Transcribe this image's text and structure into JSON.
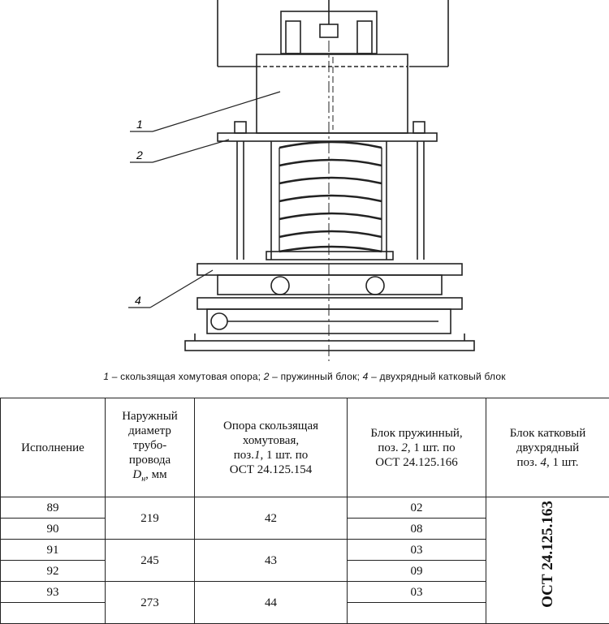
{
  "figure": {
    "callouts": [
      "1",
      "2",
      "4"
    ]
  },
  "caption": {
    "items": [
      {
        "num": "1",
        "text": " – скользящая хомутовая опора; "
      },
      {
        "num": "2",
        "text": " – пружинный блок; "
      },
      {
        "num": "4",
        "text": " – двухрядный катковый блок"
      }
    ]
  },
  "table": {
    "headers": {
      "col1": "Исполнение",
      "col2_line1": "Наружный",
      "col2_line2": "диаметр",
      "col2_line3": "трубо-",
      "col2_line4": "провода",
      "col2_symbol": "D",
      "col2_sub": "н",
      "col2_unit": ", мм",
      "col3_line1": "Опора скользящая",
      "col3_line2": "хомутовая,",
      "col3_line3a": "поз.",
      "col3_pos": "1",
      "col3_line3b": ", 1 шт. по",
      "col3_line4": "ОСТ 24.125.154",
      "col4_line1": "Блок пружинный,",
      "col4_line2a": "поз. ",
      "col4_pos": "2",
      "col4_line2b": ", 1 шт. по",
      "col4_line3": "ОСТ 24.125.166",
      "col5_line1": "Блок катковый",
      "col5_line2": "двухрядный",
      "col5_line3a": "поз. ",
      "col5_pos": "4",
      "col5_line3b": ",  1 шт."
    },
    "rows": [
      {
        "ispolnenie": "89",
        "blok": "02"
      },
      {
        "ispolnenie": "90",
        "blok": "08"
      },
      {
        "ispolnenie": "91",
        "blok": "03"
      },
      {
        "ispolnenie": "92",
        "blok": "09"
      },
      {
        "ispolnenie": "93",
        "blok": "03"
      }
    ],
    "groups": [
      {
        "diameter": "219",
        "opora": "42"
      },
      {
        "diameter": "245",
        "opora": "43"
      },
      {
        "diameter": "273",
        "opora": "44"
      }
    ],
    "katkovy_vertical": "ОСТ 24.125.163"
  }
}
